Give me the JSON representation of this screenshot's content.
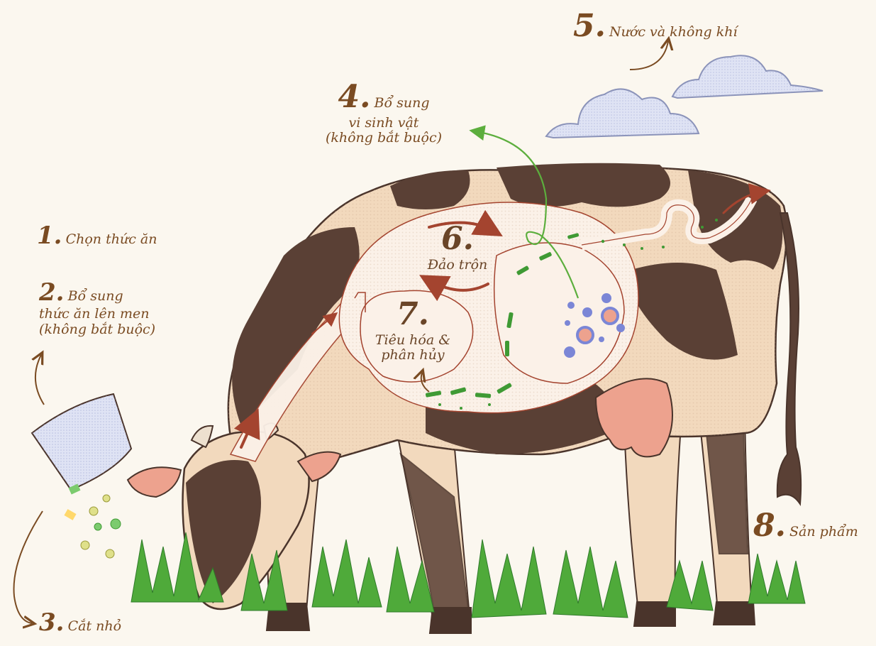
{
  "steps": [
    {
      "num": "1.",
      "text": "Chọn thức ăn"
    },
    {
      "num": "2.",
      "text": "Bổ sung",
      "text2": "thức ăn lên men",
      "text3": "(không bắt buộc)"
    },
    {
      "num": "3.",
      "text": "Cắt nhỏ"
    },
    {
      "num": "4.",
      "text": "Bổ sung",
      "text2": "vi sinh vật",
      "text3": "(không bắt buộc)"
    },
    {
      "num": "5.",
      "text": "Nước và không khí"
    },
    {
      "num": "6.",
      "text": "Đảo trộn"
    },
    {
      "num": "7.",
      "text": "Tiêu hóa &",
      "text2": "phân hủy"
    },
    {
      "num": "8.",
      "text": "Sản phẩm"
    }
  ],
  "colors": {
    "label": "#7a4b22",
    "cow_body": "#f2d9bd",
    "cow_spot": "#5a4035",
    "stomach": "#fbf1e8",
    "arrow_red": "#a4442f",
    "arrow_green": "#5cae3d",
    "grass": "#4faa3a",
    "udder": "#eda28e",
    "cloud": "#dfe3f4",
    "microbe": "#7b86d6"
  }
}
